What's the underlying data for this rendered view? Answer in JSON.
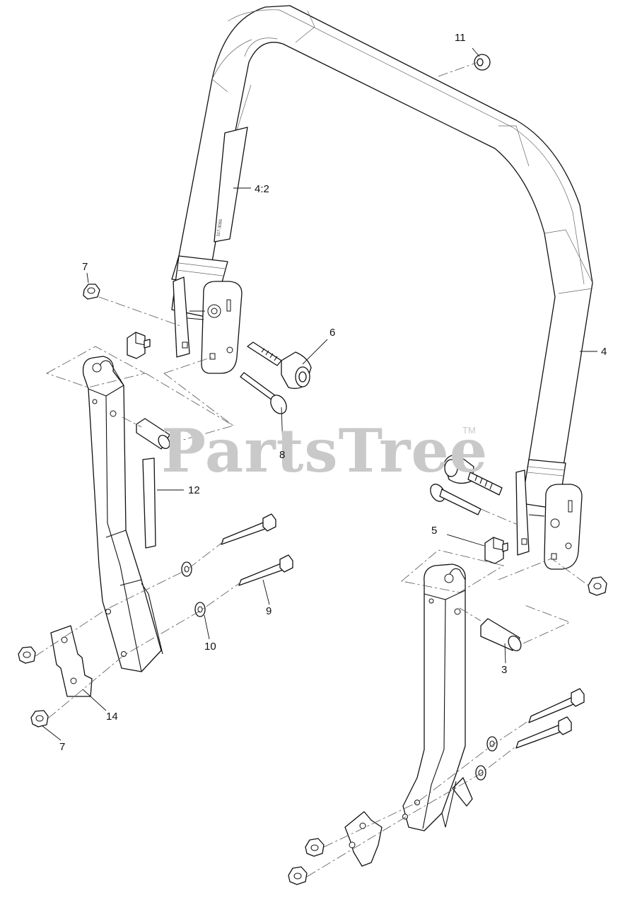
{
  "diagram": {
    "watermark": "PartsTree",
    "trademark": "TM",
    "decal_text": "117-3065",
    "callouts": [
      {
        "id": "c11",
        "text": "11"
      },
      {
        "id": "c4-2",
        "text": "4:2"
      },
      {
        "id": "c7-top",
        "text": "7"
      },
      {
        "id": "c6",
        "text": "6"
      },
      {
        "id": "c4",
        "text": "4"
      },
      {
        "id": "c8",
        "text": "8"
      },
      {
        "id": "c12",
        "text": "12"
      },
      {
        "id": "c5",
        "text": "5"
      },
      {
        "id": "c9",
        "text": "9"
      },
      {
        "id": "c3",
        "text": "3"
      },
      {
        "id": "c10",
        "text": "10"
      },
      {
        "id": "c14",
        "text": "14"
      },
      {
        "id": "c7-bottom",
        "text": "7"
      }
    ]
  }
}
